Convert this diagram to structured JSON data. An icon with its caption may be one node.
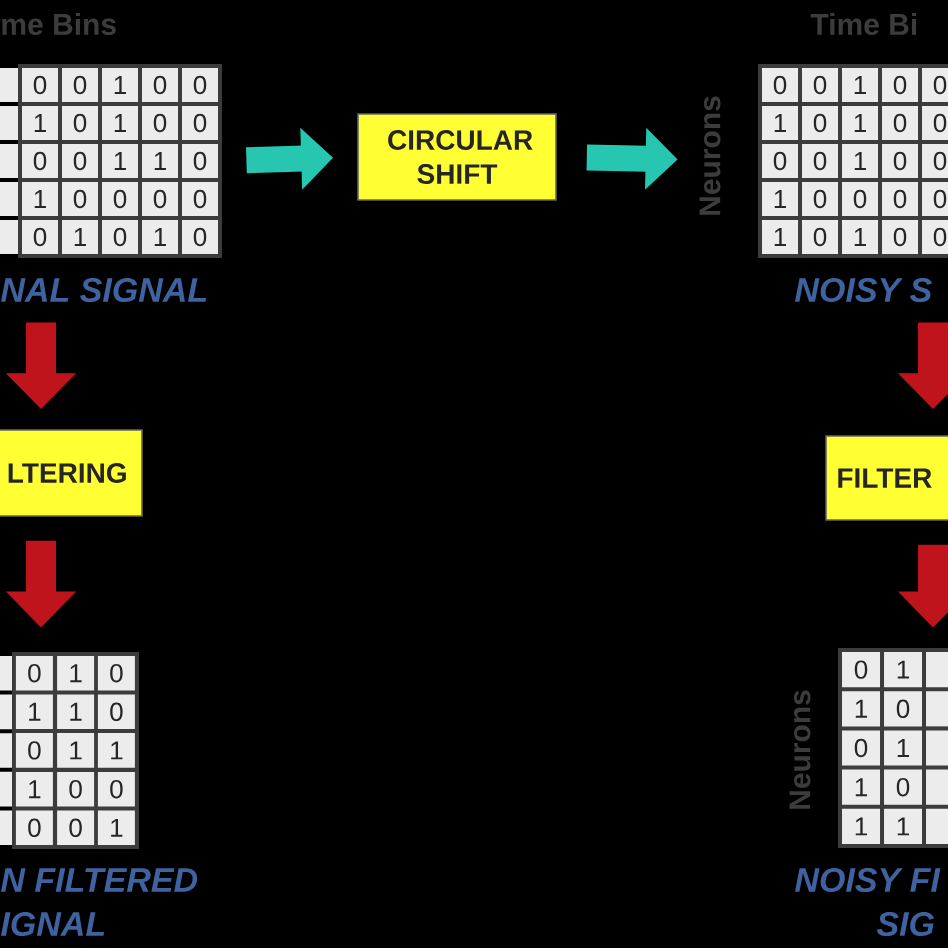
{
  "diagram": {
    "nodes": [
      {
        "text": [
          "0",
          "0",
          "1",
          "0",
          "0",
          "1",
          "0",
          "1",
          "0",
          "0",
          "0",
          "0",
          "1",
          "1",
          "0",
          "1",
          "0",
          "0",
          "0",
          "0",
          "0",
          "1",
          "0",
          "1",
          "0"
        ],
        "beside": [
          "me Bins",
          "NAL SIGNAL"
        ]
      },
      {
        "text": [
          "CIRCULAR SHIFT"
        ]
      },
      {
        "text": [
          "0",
          "0",
          "1",
          "0",
          "0",
          "1",
          "0",
          "1",
          "0",
          "0",
          "0",
          "0",
          "1",
          "0",
          "0",
          "1",
          "0",
          "0",
          "0",
          "0",
          "1",
          "0",
          "1",
          "0",
          "0"
        ],
        "beside": [
          "Time Bi",
          "Neurons",
          "NOISY S"
        ]
      },
      {
        "text": [
          "LTERING"
        ]
      },
      {
        "text": [
          "0",
          "1",
          "0",
          "1",
          "1",
          "0",
          "0",
          "1",
          "1",
          "1",
          "0",
          "0",
          "0",
          "0",
          "1"
        ],
        "beside": [
          "N FILTERED",
          "IGNAL"
        ]
      },
      {
        "text": [
          "FILTER"
        ]
      },
      {
        "text": [
          "0",
          "1",
          "1",
          "0",
          "0",
          "1",
          "1",
          "0",
          "1",
          "1"
        ],
        "beside": [
          "Neurons",
          "NOISY FI",
          "SIG"
        ]
      }
    ],
    "edges": [
      {
        "from": 0,
        "to": 1,
        "arrow": "to",
        "color": "#26c6b0"
      },
      {
        "from": 1,
        "to": 2,
        "arrow": "to",
        "color": "#26c6b0"
      },
      {
        "from": 0,
        "to": 3,
        "arrow": "to"
      },
      {
        "from": 3,
        "to": 4,
        "arrow": "to"
      },
      {
        "from": 2,
        "to": 5,
        "arrow": "to"
      },
      {
        "from": 5,
        "to": 6,
        "arrow": "to"
      }
    ]
  }
}
